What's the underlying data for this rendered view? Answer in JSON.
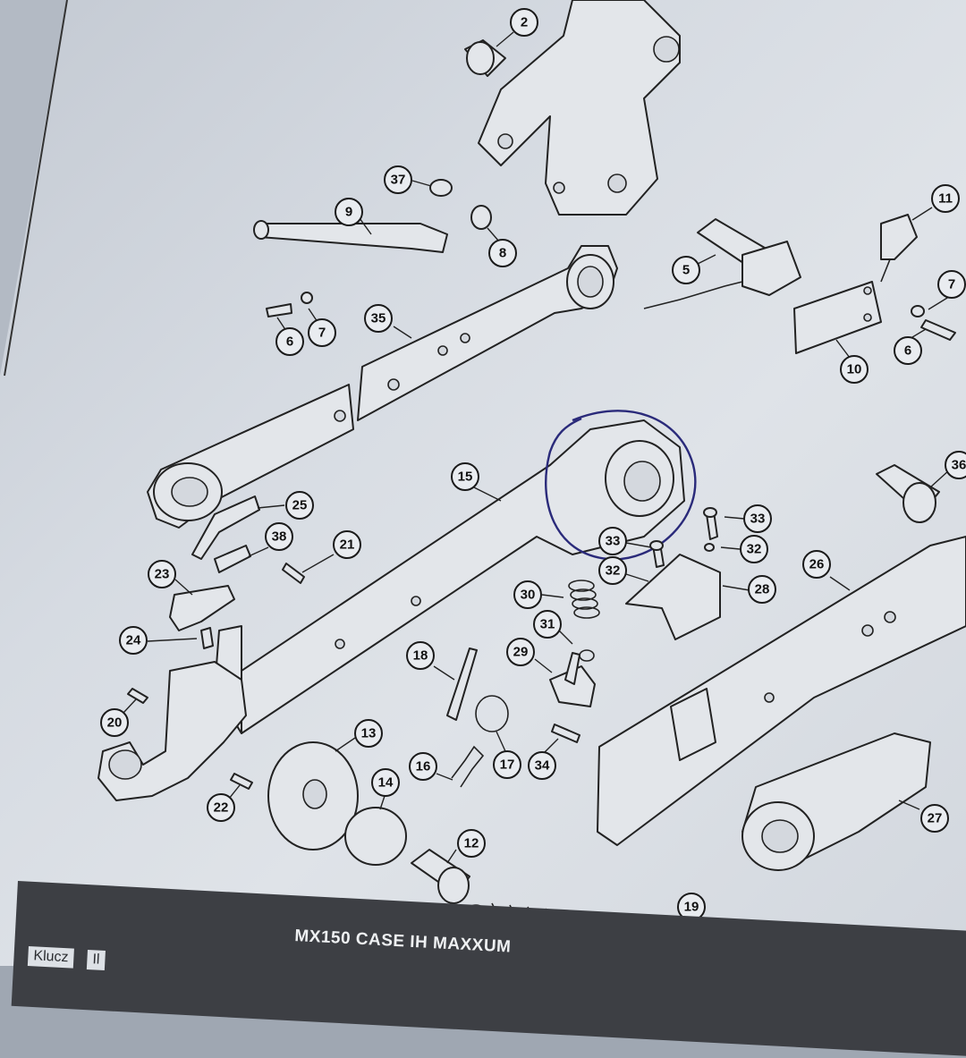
{
  "footer": {
    "title": "MX150 CASE IH MAXXUM",
    "col_key": "Klucz",
    "col_2": "Il"
  },
  "callouts": [
    "2",
    "37",
    "9",
    "8",
    "5",
    "11",
    "7",
    "6",
    "10",
    "35",
    "6",
    "7",
    "15",
    "36",
    "25",
    "38",
    "21",
    "33",
    "33",
    "32",
    "32",
    "28",
    "23",
    "30",
    "31",
    "24",
    "26",
    "18",
    "29",
    "20",
    "13",
    "16",
    "17",
    "34",
    "14",
    "22",
    "12",
    "27",
    "19"
  ],
  "colors": {
    "circle_annotation": "#2a2a7a",
    "footer_band": "#3d3f44"
  }
}
